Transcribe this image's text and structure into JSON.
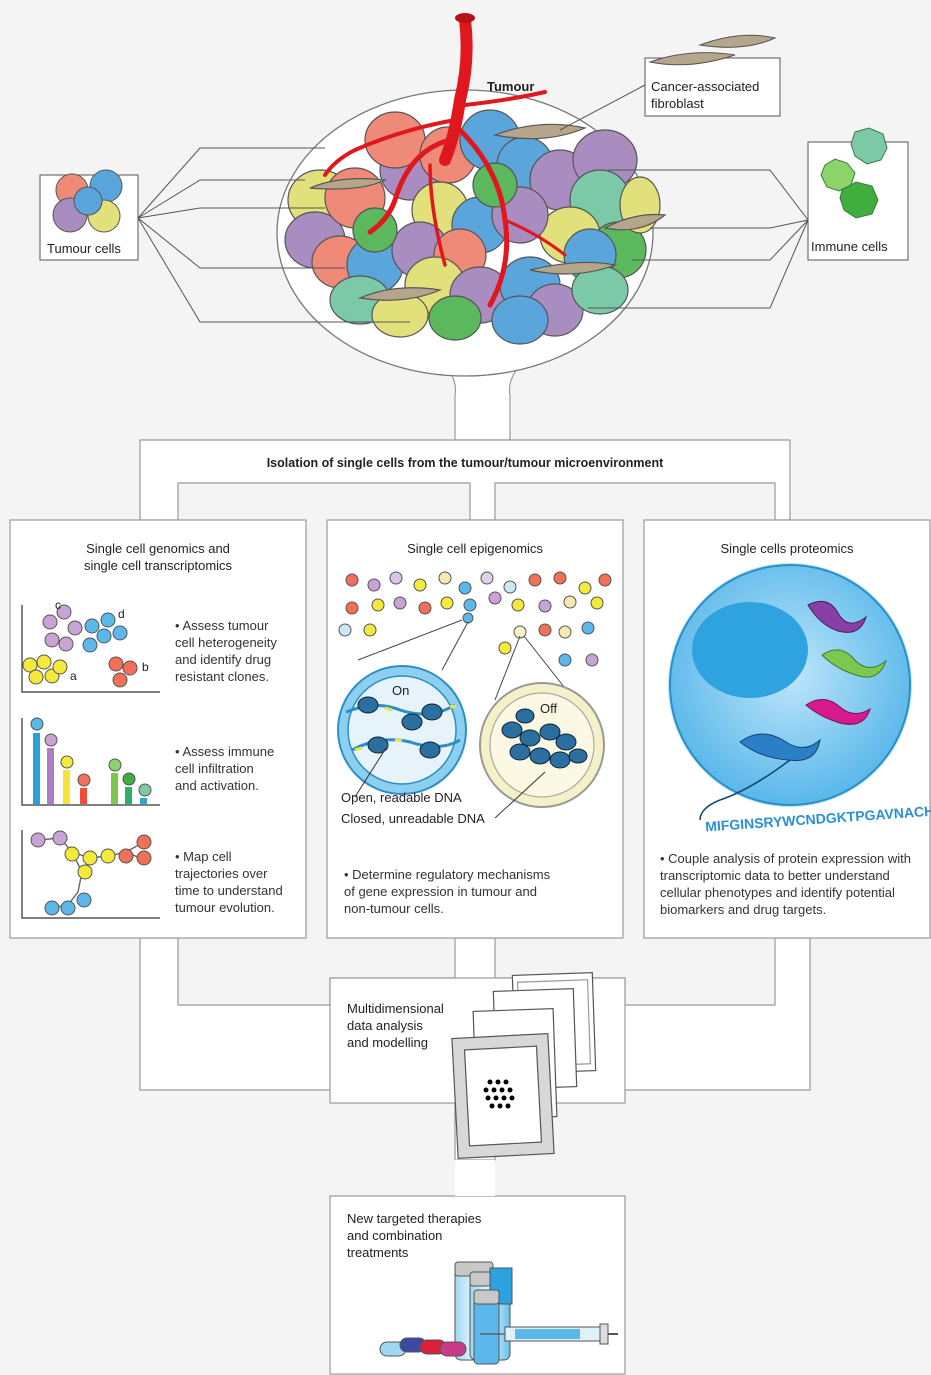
{
  "tumour": {
    "title": "Tumour",
    "caf_label_1": "Cancer-associated",
    "caf_label_2": "fibroblast",
    "tumour_cells_label": "Tumour cells",
    "immune_cells_label": "Immune cells"
  },
  "isolation": {
    "title": "Isolation of single cells from the tumour/tumour microenvironment"
  },
  "genomics": {
    "title_line1": "Single cell genomics and",
    "title_line2": "single cell transcriptomics",
    "cluster_labels": [
      "c",
      "d",
      "a",
      "b"
    ],
    "bullet1": [
      "• Assess tumour",
      "cell heterogeneity",
      "and identify drug",
      "resistant clones."
    ],
    "bullet2": [
      "• Assess immune",
      "cell infiltration",
      "and activation."
    ],
    "bullet3": [
      "• Map cell",
      "trajectories over",
      "time to understand",
      "tumour evolution."
    ]
  },
  "epigenomics": {
    "title": "Single cell epigenomics",
    "on_label": "On",
    "off_label": "Off",
    "open_dna": "Open, readable DNA",
    "closed_dna": "Closed, unreadable DNA",
    "bullet": [
      "• Determine regulatory mechanisms",
      "of gene expression in tumour and",
      "non-tumour cells."
    ]
  },
  "proteomics": {
    "title": "Single cells proteomics",
    "sequence": "MIFGINSRYWCNDGKTPGAVNACHLSCS",
    "bullet": [
      "• Couple analysis of protein expression with",
      "transcriptomic data to better understand",
      "cellular phenotypes and identify potential",
      "biomarkers and drug targets."
    ]
  },
  "analysis": {
    "title": [
      "Multidimensional",
      "data analysis",
      "and modelling"
    ]
  },
  "therapies": {
    "title": [
      "New targeted therapies",
      "and combination",
      "treatments"
    ]
  },
  "colors": {
    "vessel": "#e0181e",
    "tumour_red": "#f08a78",
    "tumour_blue": "#5aa6dc",
    "tumour_purple": "#a98cc0",
    "tumour_yellow": "#e2e07a",
    "immune_green": "#5cb85c",
    "fibroblast": "#b5a58a",
    "outline": "#888888",
    "cell_blue": "#55b8e8"
  }
}
